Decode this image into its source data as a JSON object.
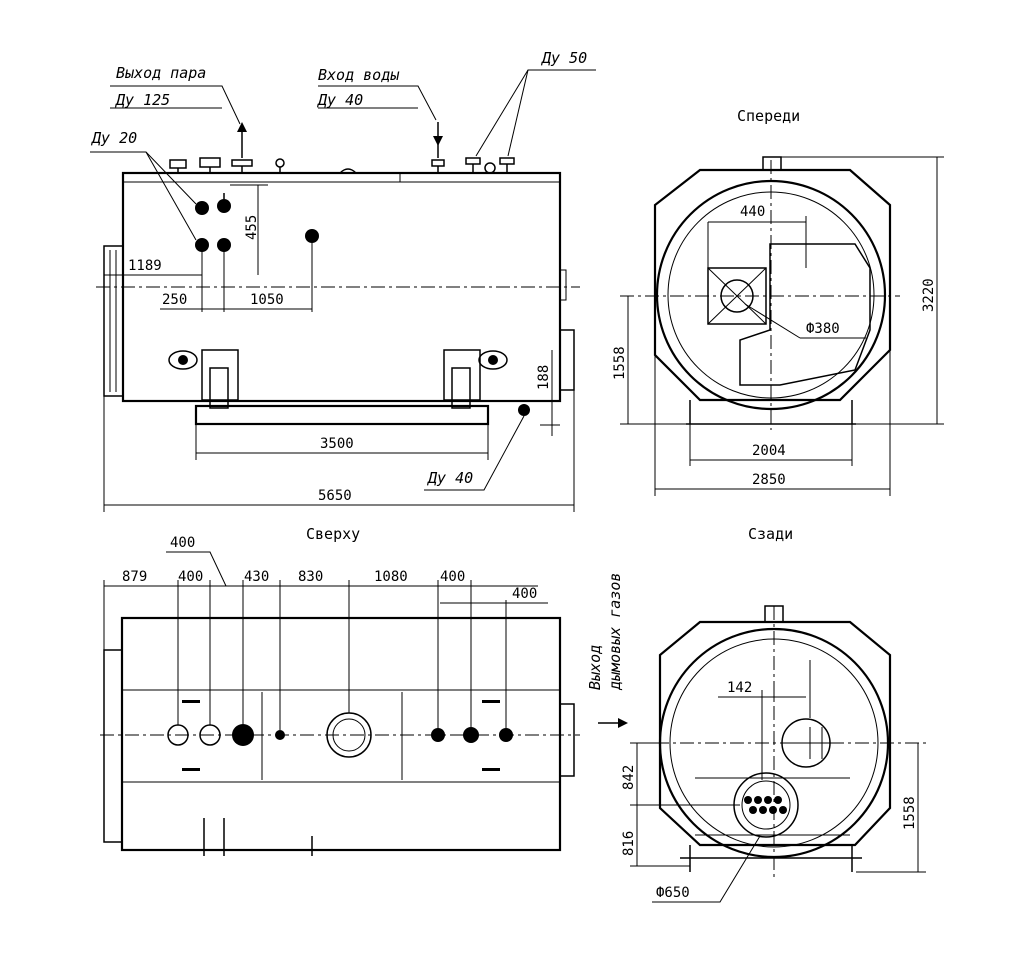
{
  "views": {
    "front": "Спереди",
    "top": "Сверху",
    "rear": "Сзади"
  },
  "labels": {
    "steam_out": "Выход пара",
    "steam_out_dn": "Ду 125",
    "water_in": "Вход воды",
    "water_in_dn": "Ду 40",
    "dn50": "Ду 50",
    "dn20": "Ду 20",
    "dn40_bottom": "Ду 40",
    "flue_out_line1": "Выход",
    "flue_out_line2": "дымовых газов"
  },
  "dimensions": {
    "side": {
      "d455": "455",
      "d1189": "1189",
      "d250": "250",
      "d1050": "1050",
      "d188": "188",
      "d3500": "3500",
      "d5650": "5650"
    },
    "front": {
      "d440": "440",
      "d380": "Ф380",
      "d1558": "1558",
      "d3220": "3220",
      "d2004": "2004",
      "d2850": "2850"
    },
    "top": {
      "d400a": "400",
      "d879": "879",
      "d400b": "400",
      "d430": "430",
      "d830": "830",
      "d1080": "1080",
      "d400c": "400",
      "d400d": "400"
    },
    "rear": {
      "d142": "142",
      "d842": "842",
      "d816": "816",
      "d1558": "1558",
      "d650": "Ф650"
    }
  }
}
